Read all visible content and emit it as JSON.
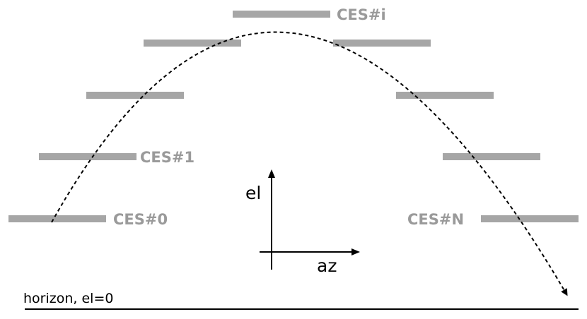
{
  "colors": {
    "bar": "#a6a6a6",
    "label": "#9a9a9a",
    "ink": "#000000",
    "background": "#ffffff"
  },
  "scans": [
    {
      "label": "CES#0"
    },
    {
      "label": "CES#1"
    },
    {
      "label": ""
    },
    {
      "label": ""
    },
    {
      "label": "CES#i"
    },
    {
      "label": ""
    },
    {
      "label": ""
    },
    {
      "label": ""
    },
    {
      "label": "CES#N"
    }
  ],
  "axes": {
    "y_label": "el",
    "x_label": "az"
  },
  "horizon": {
    "label": "horizon, el=0"
  },
  "trajectory": {
    "style": "dashed",
    "end": "arrow"
  }
}
